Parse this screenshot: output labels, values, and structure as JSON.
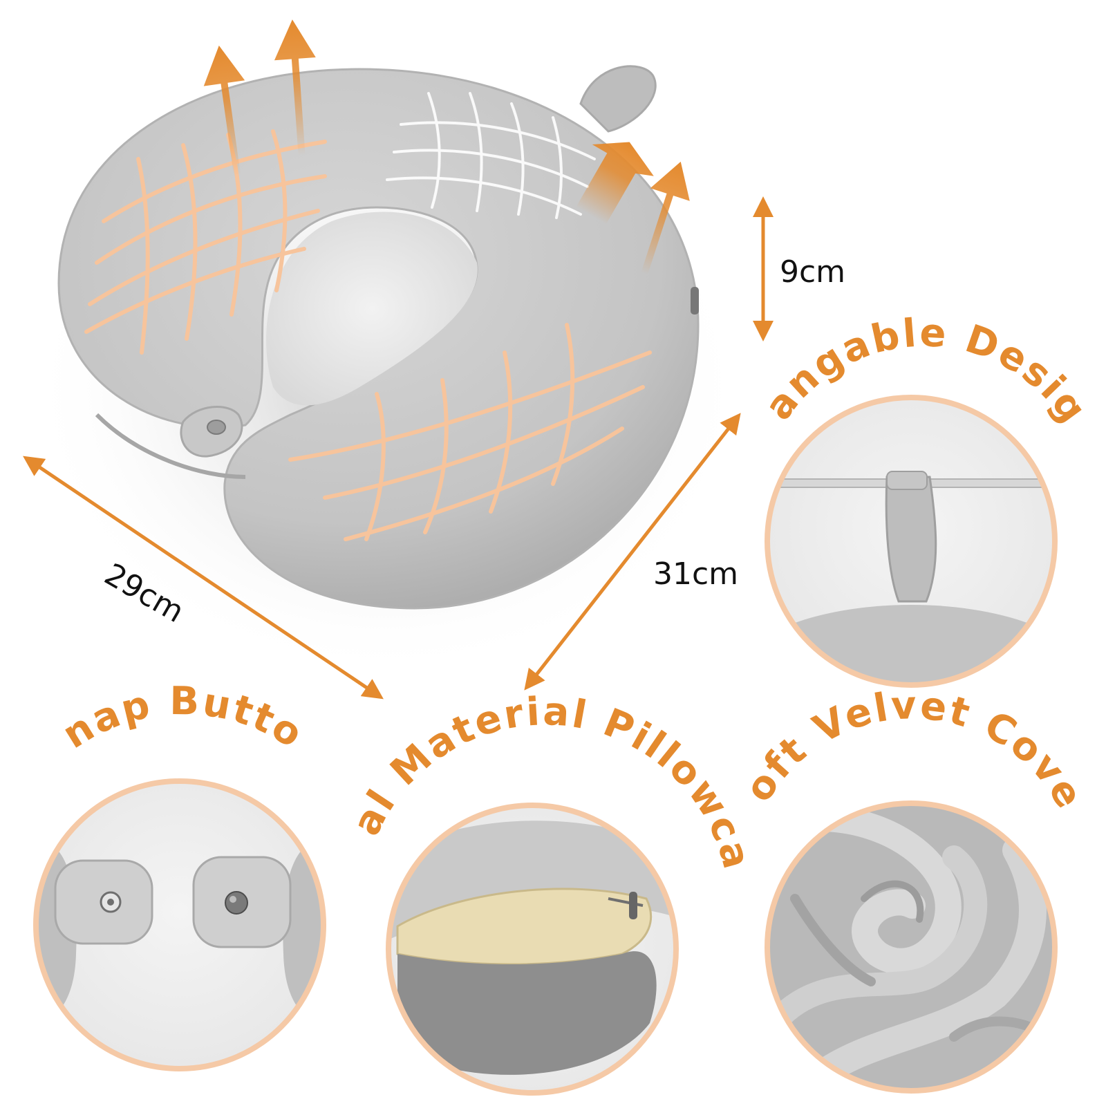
{
  "colors": {
    "accent": "#E48A2E",
    "accent_light": "#F7C49C",
    "pillow_gray": "#C9C9C9",
    "background": "#FFFFFF"
  },
  "dimensions": {
    "height": "9cm",
    "width": "29cm",
    "length": "31cm"
  },
  "features": {
    "hangable": "Hangable Design",
    "snap": "Snap Button",
    "dual": "Dual Material Pillowcase",
    "velvet": "Soft Velvet Cover"
  }
}
